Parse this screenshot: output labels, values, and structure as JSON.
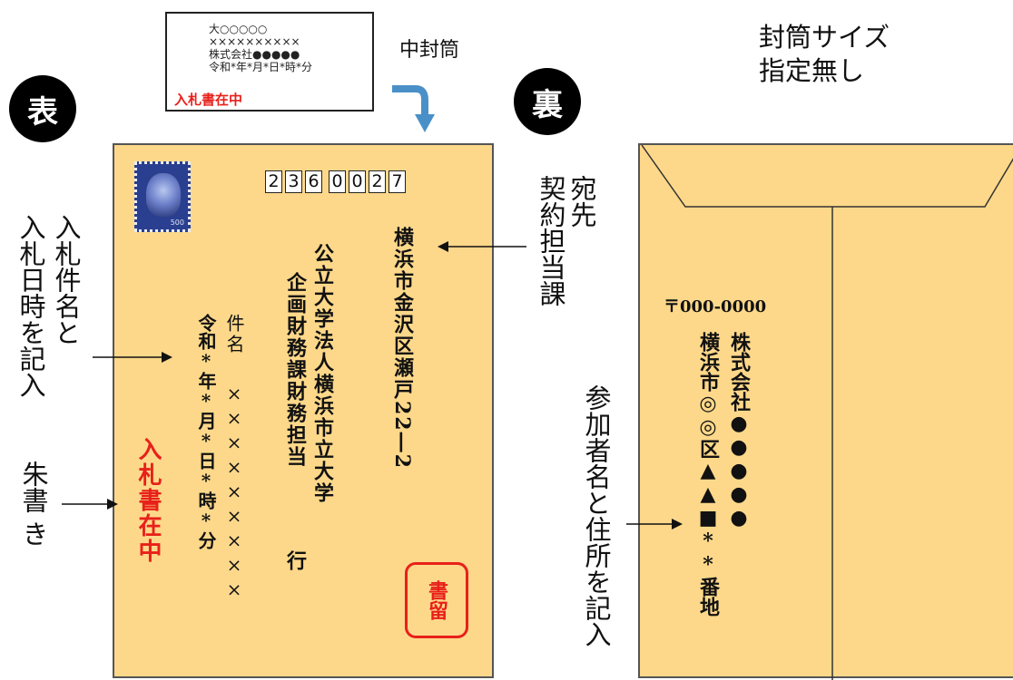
{
  "badges": {
    "front": "表",
    "back": "裏"
  },
  "inner_envelope": {
    "label": "中封筒",
    "lines": [
      "大○○○○○",
      "××××××××××",
      "株式会社●●●●●",
      "令和*年*月*日*時*分"
    ],
    "red_note": "入札書在中"
  },
  "size_note": {
    "line1": "封筒サイズ",
    "line2": "指定無し"
  },
  "front": {
    "postal_code": [
      "2",
      "3",
      "6",
      "0",
      "0",
      "2",
      "7"
    ],
    "address": "横浜市金沢区瀬戸22―2",
    "recipient_org": "公立大学法人横浜市立大学",
    "recipient_dept": "企画財務課財務担当",
    "recipient_suffix": "行",
    "subject_label": "件名",
    "subject_value": "×××××××××",
    "datetime": "令和*年*月*日*時*分",
    "red_note": "入札書在中",
    "registered": "書留",
    "stamp_value": "500"
  },
  "callouts": {
    "addressee_a": "宛先",
    "addressee_b": "契約担当課",
    "bid_a": "入札件名と",
    "bid_b": "入札日時を記入",
    "vermilion_a": "朱書",
    "vermilion_b": "き",
    "participant": "参加者名と住所を記入"
  },
  "back": {
    "postal": "〒000-0000",
    "company": "株式会社●●●●●",
    "address": "横浜市◎◎区▲▲■**番地"
  },
  "colors": {
    "envelope": "#fdd88a",
    "red": "#e8201a",
    "arrow_blue": "#4a90c8"
  }
}
